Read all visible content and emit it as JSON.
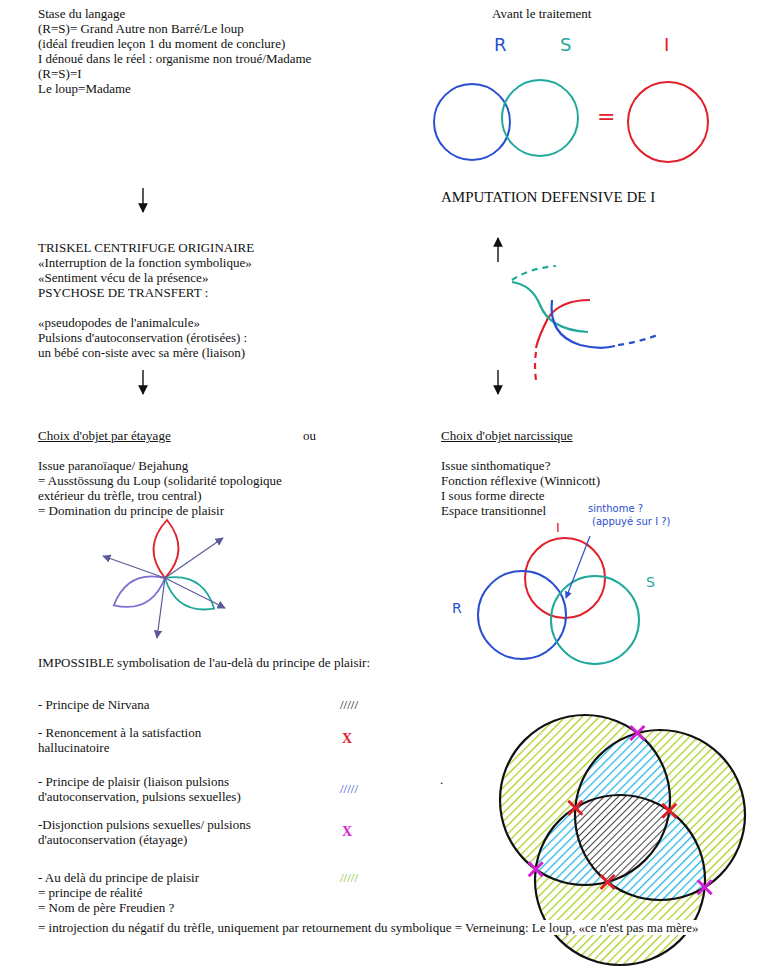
{
  "diagram": {
    "labels": [
      "Stase du langage",
      "(R=S)= Grand Autre non Barré/Le loup",
      "(idéal freudien leçon 1 du moment de conclure)",
      "I dénoué dans le réel : organisme non troué/Madame",
      "(R=S)=I",
      "Le loup=Madame",
      "Avant le traitement",
      "R",
      "S",
      "I",
      "=",
      "AMPUTATION DEFENSIVE DE I",
      "TRISKEL CENTRIFUGE ORIGINAIRE",
      "«Interruption de la fonction symbolique»",
      "«Sentiment vécu de la présence»",
      "PSYCHOSE DE TRANSFERT :",
      "«pseudopodes de l'animalcule»",
      "Pulsions d'autoconservation (érotisées) :",
      "un bébé con-siste avec sa mère (liaison)",
      "Choix d'objet par étayage",
      "ou",
      "Choix d'objet narcissique",
      "Issue paranoïaque/ Bejahung",
      "= Ausstössung du Loup (solidarité topologique",
      "extérieur du trèfle, trou central)",
      "= Domination du principe de plaisir",
      "Issue sinthomatique?",
      "Fonction réflexive (Winnicott)",
      "I sous forme directe",
      "Espace transitionnel",
      "I",
      "R",
      "S",
      "sinthome ?",
      "(appuyé sur I ?)",
      "IMPOSSIBLE symbolisation de l'au-delà du principe de plaisir:",
      "- Principe de Nirvana",
      "/////",
      "- Renoncement à la satisfaction hallucinatoire",
      "X",
      "- Principe de plaisir (liaison pulsions d'autoconservation, pulsions sexuelles)",
      "/////",
      "-Disjonction pulsions sexuelles/ pulsions d'autoconservation (étayage)",
      "X",
      "- Au delà du principe de plaisir",
      "/////",
      "= principe de réalité",
      "= Nom de père Freudien ?",
      "= introjection du négatif du trèfle, uniquement par retournement du symbolique = Verneinung: Le loup, «ce n'est pas ma mère»",
      "."
    ]
  }
}
